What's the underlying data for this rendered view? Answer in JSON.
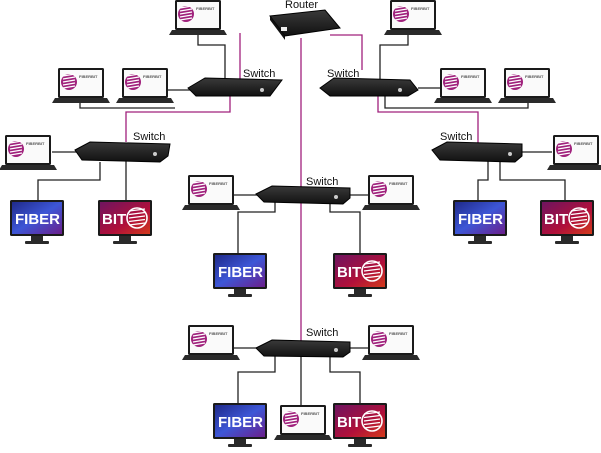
{
  "labels": {
    "router": "Router",
    "switch": "Switch"
  },
  "brand": {
    "laptop_logo_text": "FIBERBIT",
    "monitor_fiber_text": "FIBER",
    "monitor_bit_text": "BIT"
  },
  "colors": {
    "fiber_link": "#a0217c",
    "copper_link": "#222222",
    "device_body": "#1c1c1c",
    "fiber_screen": "#2a3fb0",
    "bit_screen": "#b4123a"
  },
  "topology": {
    "router": "Router",
    "switches": [
      "Switch",
      "Switch",
      "Switch",
      "Switch",
      "Switch",
      "Switch"
    ]
  }
}
